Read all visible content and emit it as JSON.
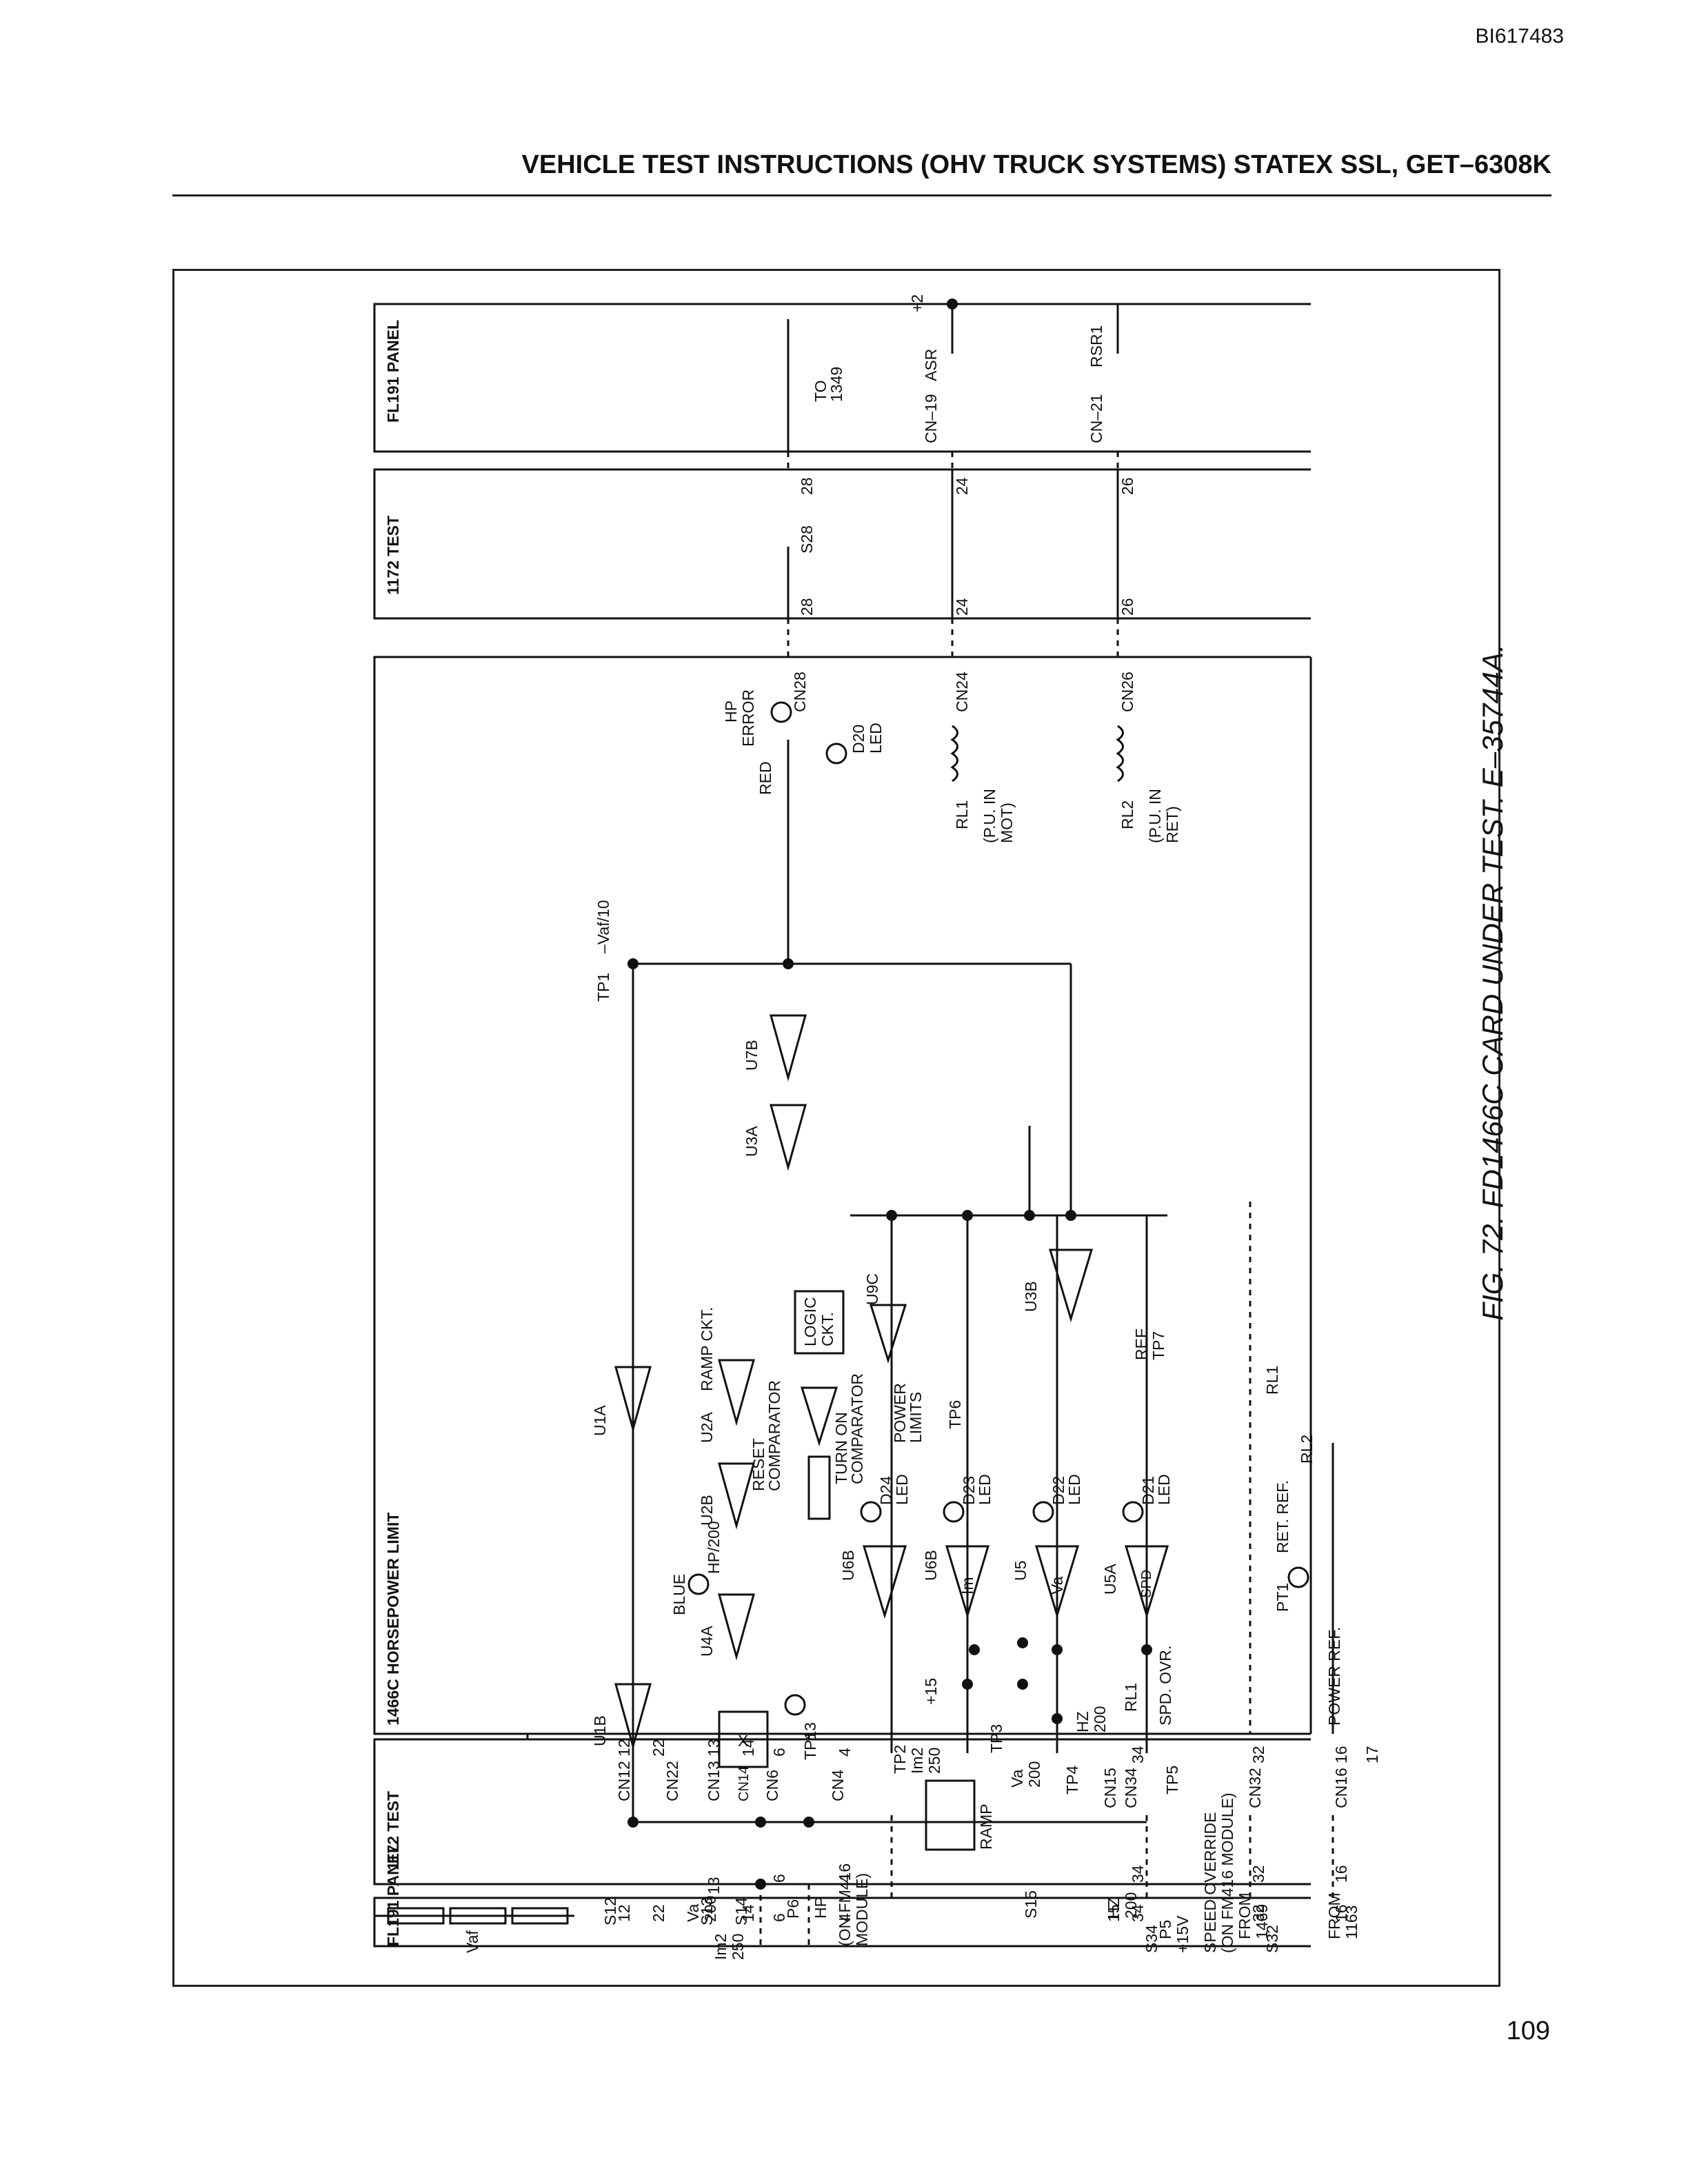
{
  "header": {
    "doc_id": "BI617483",
    "title": "VEHICLE TEST INSTRUCTIONS (OHV TRUCK SYSTEMS) STATEX SSL, GET–6308K"
  },
  "figure": {
    "caption": "FIG. 72.  FD1466C CARD UNDER TEST. E–35744A.",
    "panels": {
      "fl191_top": "FL191 PANEL",
      "test_top": "1172 TEST",
      "card": "1466C HORSEPOWER LIMIT",
      "test_bottom": "1172 TEST",
      "fl191_bottom": "FL191 PANEL"
    },
    "labels": {
      "to": "TO",
      "n1349": "1349",
      "asr": "ASR",
      "rsr1": "RSR1",
      "plus2": "+2",
      "cn19": "CN–19",
      "cn21": "CN–21",
      "s28": "S28",
      "n28": "28",
      "n24": "24",
      "n26": "26",
      "hp": "HP",
      "error": "ERROR",
      "cn28": "CN28",
      "red": "RED",
      "d20": "D20",
      "led": "LED",
      "cn24": "CN24",
      "cn26": "CN26",
      "rl1": "RL1",
      "rl2": "RL2",
      "pu_in": "(P.U. IN",
      "mot": "MOT)",
      "ret": "RET)",
      "u7b": "U7B",
      "u3a": "U3A",
      "u3b": "U3B",
      "tp1": "TP1",
      "vaf10": "–Vaf/10",
      "u1a": "U1A",
      "u1b": "U1B",
      "ramp_ckt": "RAMP CKT.",
      "u2a": "U2A",
      "u2b": "U2B",
      "reset": "RESET",
      "comparator": "COMPARATOR",
      "logic": "LOGIC",
      "ckt": "CKT.",
      "u9c": "U9C",
      "turn_on": "TURN ON",
      "power": "POWER",
      "limits": "LIMITS",
      "tp6": "TP6",
      "ref": "REF",
      "tp7": "TP7",
      "d24": "D24",
      "d23": "D23",
      "d22": "D22",
      "d21": "D21",
      "blue": "BLUE",
      "hp200": "HP/200",
      "u4a": "U4A",
      "u6b": "U6B",
      "u5": "U5",
      "u5a": "U5A",
      "im": "Im",
      "va": "Va",
      "spd": "SPD",
      "ret_ref": "RET. REF.",
      "pt1": "PT1",
      "power_ref": "POWER REF.",
      "mult": "X",
      "plus15": "+15",
      "tp2": "TP2",
      "im2": "Im2",
      "n250": "250",
      "tp3": "TP3",
      "n200": "200",
      "tp4": "TP4",
      "tp5": "TP5",
      "tp13": "TP13",
      "hz": "HZ",
      "spd_ovr": "SPD. OVR.",
      "cn12": "CN12",
      "cn22": "CN22",
      "cn13": "CN13",
      "cn14": "CN14",
      "cn6": "CN6",
      "cn4": "CN4",
      "cn15": "CN15",
      "cn34": "CN34",
      "cn32": "CN32",
      "cn16": "CN16",
      "s12": "S12",
      "s13": "S13",
      "s14": "S14",
      "s15": "S15",
      "s34": "S34",
      "s32": "S32",
      "ramp": "RAMP",
      "n12": "12",
      "n22": "22",
      "n13": "13",
      "n14": "14",
      "n6": "6",
      "n4": "4",
      "n34": "34",
      "n32": "32",
      "n16": "16",
      "n17": "17",
      "n15": "15",
      "vaf": "Vaf",
      "on_fm416": "(ON FM416",
      "module_paren": "MODULE)",
      "p6": "P6",
      "p5": "P5",
      "plus15v": "+15V",
      "speed_override": "SPEED OVERRIDE",
      "on_fm416_module": "(ON FM416 MODULE)",
      "from": "FROM",
      "n1469": "1469",
      "n1163": "1163"
    }
  },
  "page_number": "109"
}
